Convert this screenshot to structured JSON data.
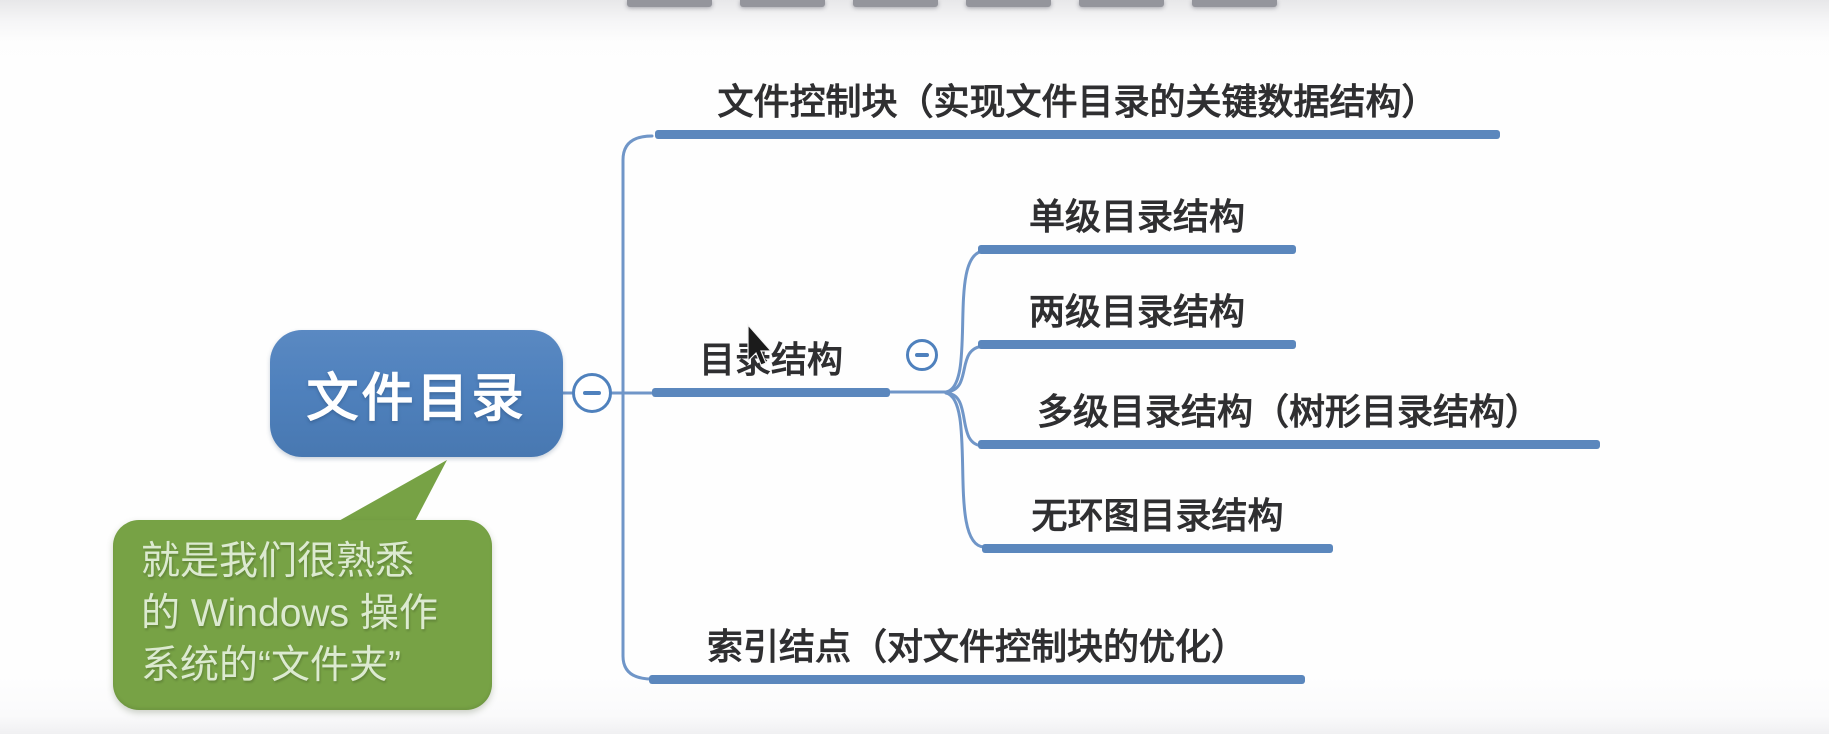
{
  "window": {
    "description_hint": "mind-map slide about file directories",
    "top_strip_count": 6
  },
  "mindmap": {
    "root": {
      "label": "文件目录"
    },
    "collapse_icon": "−",
    "branches": [
      {
        "label": "文件控制块（实现文件目录的关键数据结构）"
      },
      {
        "label": "目录结构",
        "children": [
          "单级目录结构",
          "两级目录结构",
          "多级目录结构（树形目录结构）",
          "无环图目录结构"
        ]
      },
      {
        "label": "索引结点（对文件控制块的优化）"
      }
    ],
    "callout": {
      "lines": [
        "就是我们很熟悉",
        "的 Windows 操作",
        "系统的“文件夹”"
      ]
    }
  },
  "colors": {
    "accent_blue": "#4f81bd",
    "line_blue": "#5b87bd",
    "thin_line_blue": "#7096c8",
    "callout_green": "#77a245",
    "callout_text": "#dcead0",
    "label_dark": "#2f2f31",
    "strip_gray": "#94959c"
  }
}
